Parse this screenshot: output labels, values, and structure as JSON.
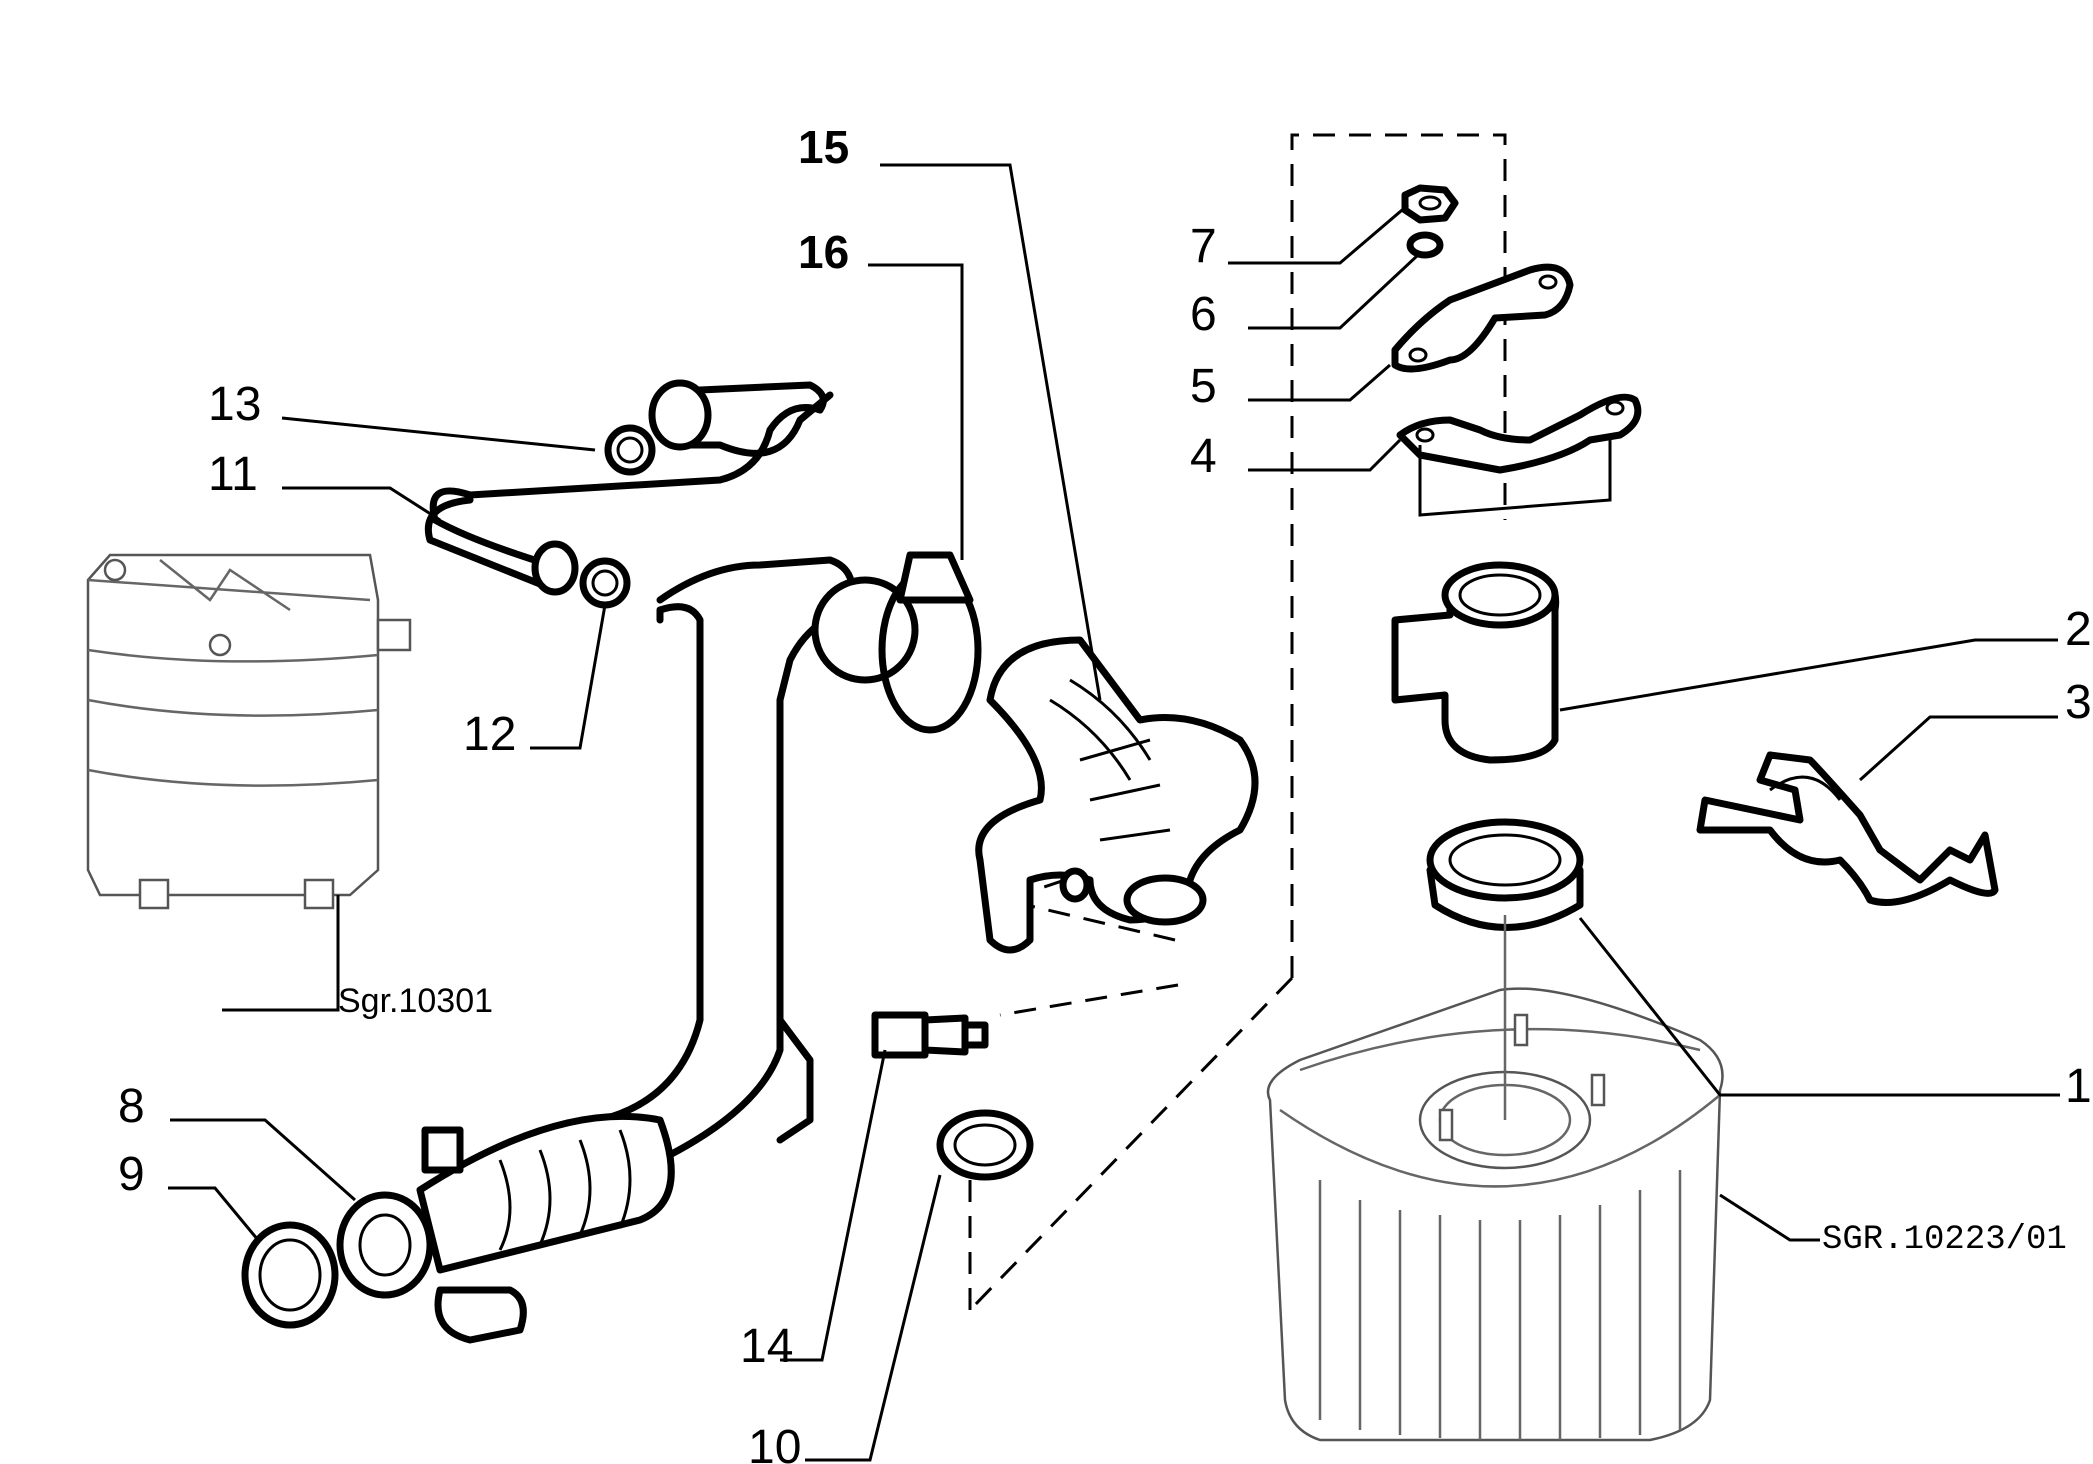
{
  "callouts": {
    "c1": "1",
    "c2": "2",
    "c3": "3",
    "c4": "4",
    "c5": "5",
    "c6": "6",
    "c7": "7",
    "c8": "8",
    "c9": "9",
    "c10": "10",
    "c11": "11",
    "c12": "12",
    "c13": "13",
    "c14": "14",
    "c15": "15",
    "c16": "16"
  },
  "references": {
    "reservoir": "Sgr.10301",
    "air_filter": "SGR.10223/01"
  }
}
